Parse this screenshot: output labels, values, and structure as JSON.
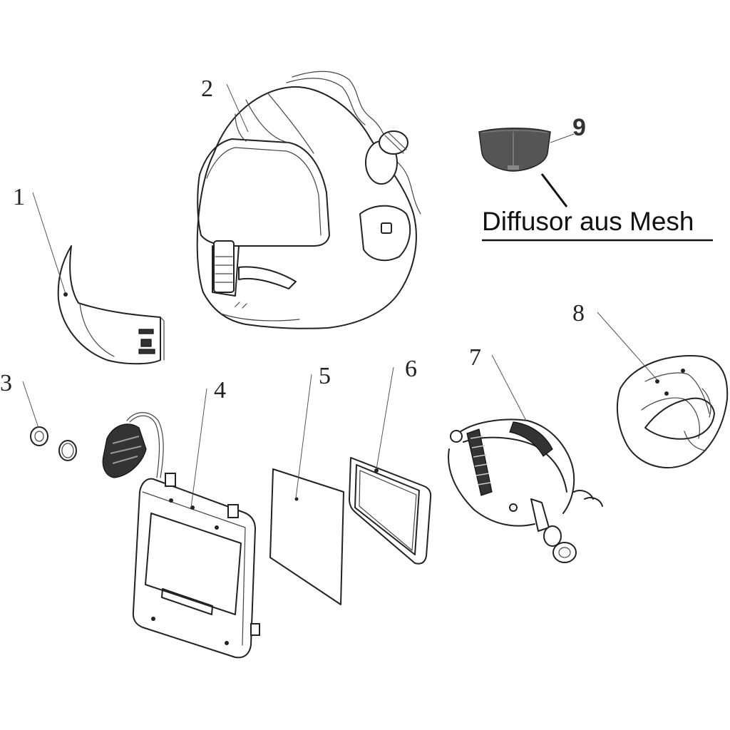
{
  "diagram": {
    "callouts": {
      "n1": "1",
      "n2": "2",
      "n3": "3",
      "n4": "4",
      "n5": "5",
      "n6": "6",
      "n7": "7",
      "n8": "8",
      "n9": "9"
    },
    "caption": "Diffusor aus Mesh",
    "colors": {
      "line": "#222222",
      "mesh": "#555555",
      "background": "#ffffff"
    }
  }
}
